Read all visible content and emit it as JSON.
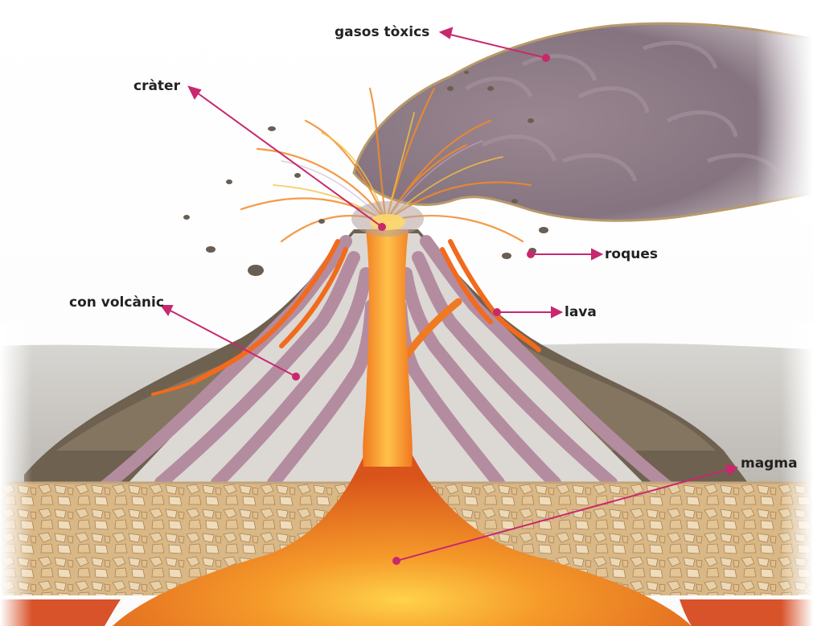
{
  "diagram": {
    "labels": {
      "gasos": "gasos tòxics",
      "crater": "cràter",
      "roques": "roques",
      "con": "con volcànic",
      "lava": "lava",
      "magma": "magma"
    }
  },
  "colors": {
    "leader": "#c8286e",
    "label_text": "#222222",
    "magma": "#e8661c",
    "lava": "#ff7a1c",
    "smoke": "#8c7b86",
    "strata": "#b48ca0",
    "rock": "#d2ad7a"
  },
  "icons": [
    "smoke-plume-icon",
    "rock-fragment-icon",
    "lava-flow-icon"
  ]
}
